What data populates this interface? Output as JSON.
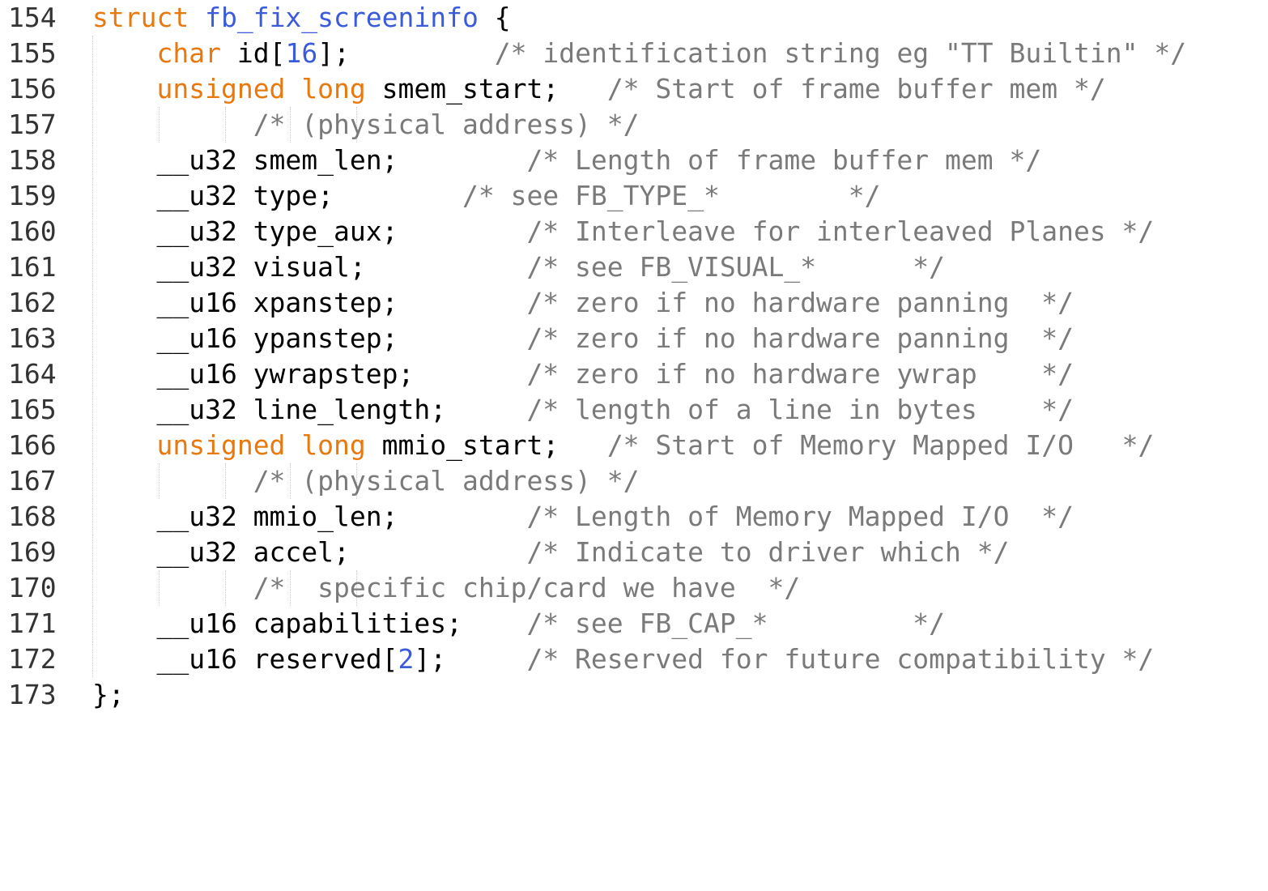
{
  "editor": {
    "lines": [
      {
        "num": "154",
        "code": "struct fb_fix_screeninfo {"
      },
      {
        "num": "155",
        "code": "    char id[16];             /* identification string eg \"TT Builtin\" */"
      },
      {
        "num": "156",
        "code": "    unsigned long smem_start;   /* Start of frame buffer mem */"
      },
      {
        "num": "157",
        "code": "                    /* (physical address) */"
      },
      {
        "num": "158",
        "code": "    __u32 smem_len;          /* Length of frame buffer mem */"
      },
      {
        "num": "159",
        "code": "    __u32 type;          /* see FB_TYPE_*        */"
      },
      {
        "num": "160",
        "code": "    __u32 type_aux;          /* Interleave for interleaved Planes */"
      },
      {
        "num": "161",
        "code": "    __u32 visual;            /* see FB_VISUAL_*      */"
      },
      {
        "num": "162",
        "code": "    __u16 xpanstep;          /* zero if no hardware panning  */"
      },
      {
        "num": "163",
        "code": "    __u16 ypanstep;          /* zero if no hardware panning  */"
      },
      {
        "num": "164",
        "code": "    __u16 ywrapstep;         /* zero if no hardware ywrap    */"
      },
      {
        "num": "165",
        "code": "    __u32 line_length;       /* length of a line in bytes    */"
      },
      {
        "num": "166",
        "code": "    unsigned long mmio_start;   /* Start of Memory Mapped I/O   */"
      },
      {
        "num": "167",
        "code": "                    /* (physical address) */"
      },
      {
        "num": "168",
        "code": "    __u32 mmio_len;          /* Length of Memory Mapped I/O  */"
      },
      {
        "num": "169",
        "code": "    __u32 accel;             /* Indicate to driver which */"
      },
      {
        "num": "170",
        "code": "                    /*  specific chip/card we have  */"
      },
      {
        "num": "171",
        "code": "    __u16 capabilities;      /* see FB_CAP_*         */"
      },
      {
        "num": "172",
        "code": "    __u16 reserved[2];       /* Reserved for future compatibility */"
      },
      {
        "num": "173",
        "code": "};"
      }
    ]
  },
  "colors": {
    "keyword": "#e8790f",
    "identifier_highlight": "#3b5bdb",
    "number": "#3b5bdb",
    "comment": "#7a7a7a",
    "text": "#000000",
    "line_number": "#333333",
    "background": "#ffffff"
  }
}
